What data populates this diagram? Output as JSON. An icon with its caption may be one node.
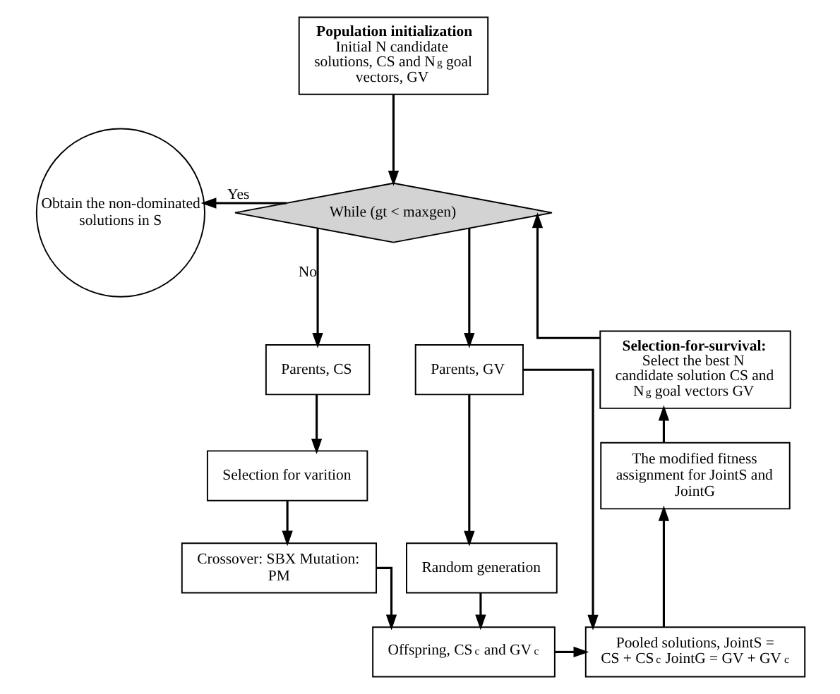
{
  "diagram": {
    "nodes": [
      {
        "text": [
          "Population initialization",
          "Initial N candidate solutions, CS and N$_{g}$ goal vectors, GV"
        ]
      },
      {
        "text": [
          "While (gt < maxgen)"
        ]
      },
      {
        "text": [
          "Obtain the non-dominated solutions in S"
        ]
      },
      {
        "text": [
          "Parents, CS"
        ]
      },
      {
        "text": [
          "Parents, GV"
        ]
      },
      {
        "text": [
          "Selection for varition"
        ]
      },
      {
        "text": [
          "Random generation"
        ]
      },
      {
        "text": [
          "Crossover: SBX Mutation: PM"
        ]
      },
      {
        "text": [
          "Offspring, CS$_{c}$ and GV$_{c}$"
        ]
      },
      {
        "text": [
          "Pooled solutions, JointS = CS + CS$_{c}$ JointG = GV + GV$_{c}$"
        ]
      },
      {
        "text": [
          "The modified fitness assignment for JointS and JointG"
        ]
      },
      {
        "text": [
          "Selection-for-survival:",
          "Select the best N candidate solution CS and N$_{g}$ goal vectors GV"
        ]
      }
    ],
    "edges": [
      {
        "from": 0,
        "to": 1,
        "arrow": "to"
      },
      {
        "from": 1,
        "to": 2,
        "arrow": "to",
        "label": "Yes"
      },
      {
        "from": 1,
        "to": 3,
        "arrow": "to",
        "label": "No"
      },
      {
        "from": 1,
        "to": 4,
        "arrow": "to"
      },
      {
        "from": 3,
        "to": 5,
        "arrow": "to"
      },
      {
        "from": 4,
        "to": 6,
        "arrow": "to"
      },
      {
        "from": 5,
        "to": 7,
        "arrow": "to"
      },
      {
        "from": 7,
        "to": 8,
        "arrow": "to"
      },
      {
        "from": 6,
        "to": 8,
        "arrow": "to"
      },
      {
        "from": 4,
        "to": 9,
        "arrow": "to"
      },
      {
        "from": 8,
        "to": 9,
        "arrow": "to"
      },
      {
        "from": 9,
        "to": 10,
        "arrow": "to"
      },
      {
        "from": 10,
        "to": 11,
        "arrow": "to"
      },
      {
        "from": 11,
        "to": 1,
        "arrow": "to"
      }
    ]
  }
}
